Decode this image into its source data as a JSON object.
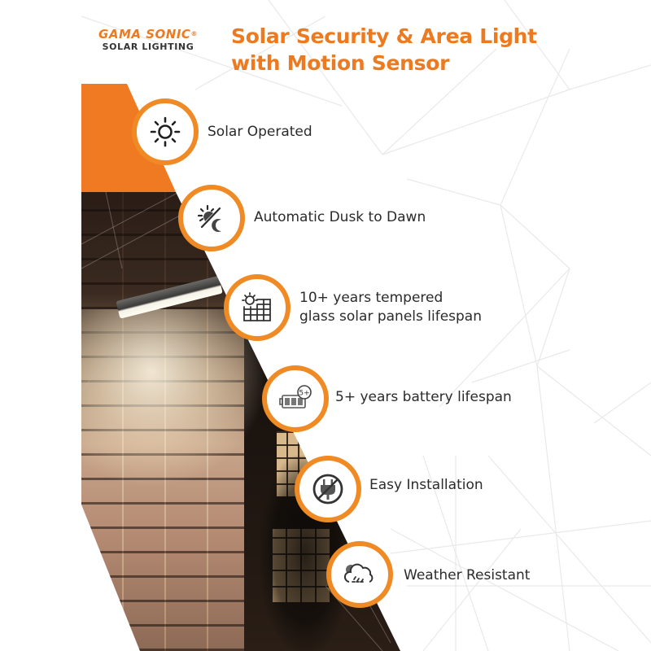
{
  "brand": {
    "name": "GAMA SONIC",
    "registered_mark": "®",
    "tagline": "SOLAR LIGHTING",
    "accent_color": "#ec7a20",
    "ring_color": "#f08a24"
  },
  "title": {
    "line1": "Solar Security & Area Light",
    "line2": "with Motion Sensor"
  },
  "features": [
    {
      "icon": "sun-icon",
      "line1": "Solar Operated",
      "line2": ""
    },
    {
      "icon": "dusk-to-dawn-icon",
      "line1": "Automatic Dusk to Dawn",
      "line2": ""
    },
    {
      "icon": "solar-panel-icon",
      "line1": "10+ years tempered",
      "line2": "glass solar panels lifespan"
    },
    {
      "icon": "battery-icon",
      "line1": "5+ years battery lifespan",
      "line2": "",
      "badge": "5+"
    },
    {
      "icon": "no-plug-icon",
      "line1": "Easy Installation",
      "line2": ""
    },
    {
      "icon": "weather-cloud-icon",
      "line1": "Weather Resistant",
      "line2": ""
    }
  ],
  "photo": {
    "subject": "Solar light mounted on brick wall illuminating at night"
  }
}
